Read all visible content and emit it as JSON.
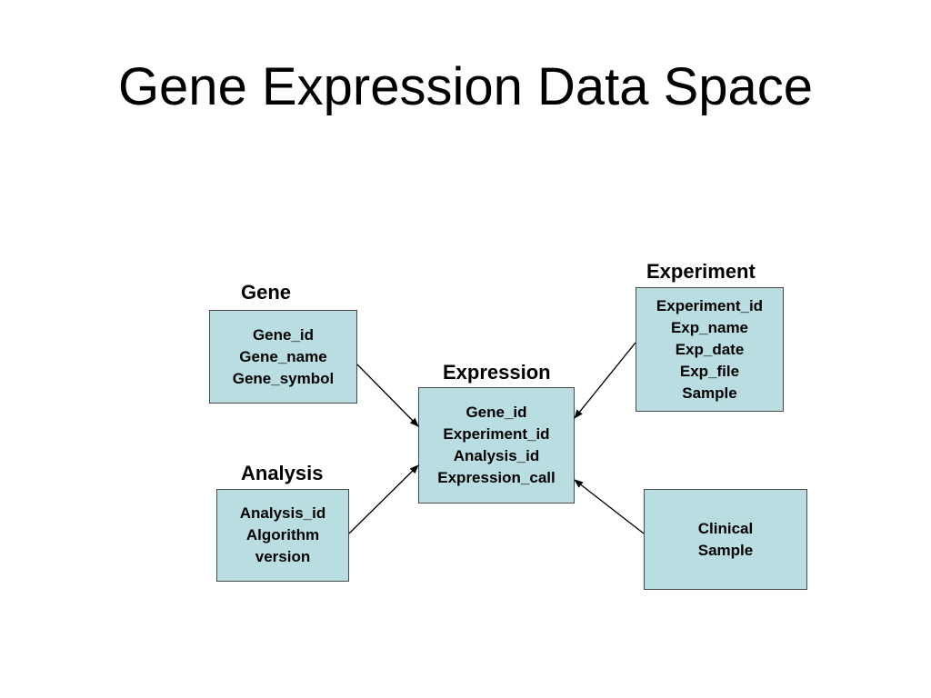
{
  "title": "Gene Expression Data Space",
  "entities": {
    "gene": {
      "label": "Gene",
      "fields": [
        "Gene_id",
        "Gene_name",
        "Gene_symbol"
      ]
    },
    "analysis": {
      "label": "Analysis",
      "fields": [
        "Analysis_id",
        "Algorithm",
        "version"
      ]
    },
    "expression": {
      "label": "Expression",
      "fields": [
        "Gene_id",
        "Experiment_id",
        "Analysis_id",
        "Expression_call"
      ]
    },
    "experiment": {
      "label": "Experiment",
      "fields": [
        "Experiment_id",
        "Exp_name",
        "Exp_date",
        "Exp_file",
        "Sample"
      ]
    },
    "clinical": {
      "label": "",
      "fields": [
        "Clinical",
        "Sample"
      ]
    }
  },
  "colors": {
    "box_fill": "#b9dde0",
    "box_border": "#4a4a4a",
    "arrow": "#000000"
  }
}
